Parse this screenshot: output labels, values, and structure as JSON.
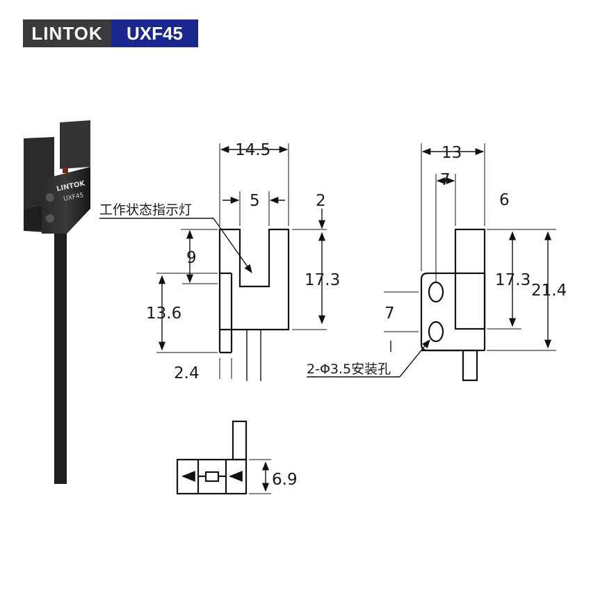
{
  "brand": {
    "name": "LINTOK",
    "model": "UXF45"
  },
  "product": {
    "body_logo": "LINTOK",
    "body_model": "UXF45"
  },
  "front_view": {
    "width": "14.5",
    "slot": "5",
    "offset": "2",
    "indicator_label": "工作状态指示灯",
    "upper": "9",
    "lower": "13.6",
    "height": "17.3",
    "thickness": "2.4"
  },
  "side_view": {
    "width": "13",
    "hole_offset": "7",
    "top": "6",
    "hole_pitch": "7",
    "height": "17.3",
    "total_height": "21.4",
    "hole_label": "2-Φ3.5安装孔"
  },
  "bottom_view": {
    "depth": "6.9"
  },
  "colors": {
    "brand_dark": "#3b3b3d",
    "brand_blue": "#19278f",
    "sensor_body": "#1e1e1e"
  }
}
